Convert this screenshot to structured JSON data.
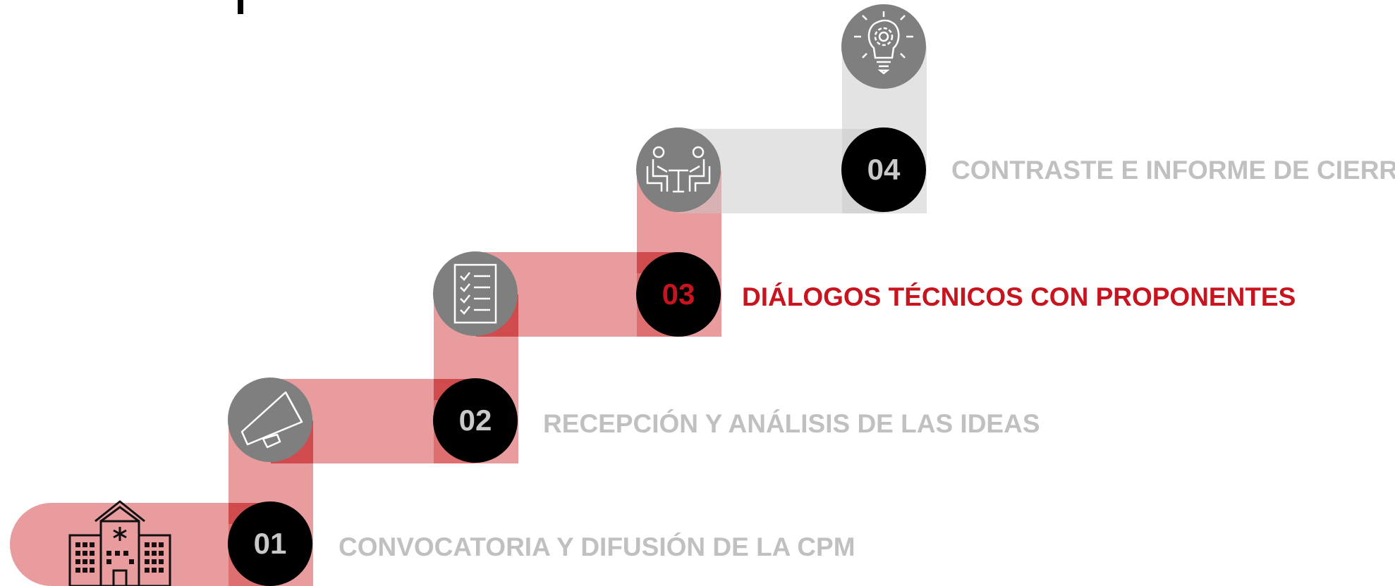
{
  "steps": [
    {
      "number": "01",
      "label": "CONVOCATORIA Y DIFUSIÓN DE LA CPM",
      "icon": "building-icon",
      "active": false
    },
    {
      "number": "02",
      "label": "RECEPCIÓN Y ANÁLISIS DE LAS IDEAS",
      "icon": "megaphone-icon",
      "active": false
    },
    {
      "number": "03",
      "label": "DIÁLOGOS TÉCNICOS CON PROPONENTES",
      "icon": "checklist-icon",
      "active": true
    },
    {
      "number": "04",
      "label": "CONTRASTE E INFORME DE CIERRE",
      "icon": "meeting-icon",
      "active": false
    }
  ],
  "final_icon": "lightbulb-gear-icon",
  "colors": {
    "path_red": "#e59899",
    "path_grey": "#e3e3e3",
    "icon_circle": "#7f7f7f",
    "number_circle": "#000000",
    "inactive_text": "#c0c0c0",
    "active_text": "#c8141e"
  }
}
